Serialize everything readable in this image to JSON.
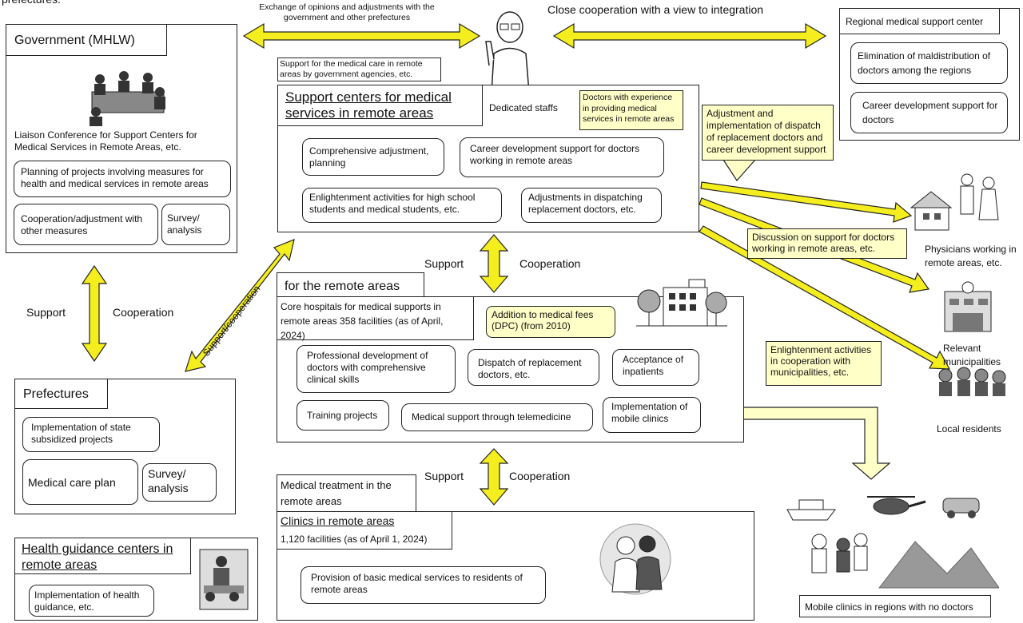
{
  "top_fragment": "prefectures.",
  "top": {
    "exchange_label": "Exchange of opinions and adjustments with the government and other prefectures",
    "close_cooperation": "Close cooperation with a view to integration"
  },
  "government": {
    "title": "Government (MHLW)",
    "liaison": "Liaison Conference for Support Centers for Medical Services in Remote Areas, etc.",
    "planning": "Planning of projects involving measures for health and medical services in remote areas",
    "cooperation": "Cooperation/adjustment with other measures",
    "survey": "Survey/ analysis"
  },
  "left_arrow": {
    "support": "Support",
    "cooperation": "Cooperation"
  },
  "diag_arrow": "Support/cooperation",
  "prefectures": {
    "title": "Prefectures",
    "implementation": "Implementation of state subsidized projects",
    "medical_plan": "Medical care plan",
    "survey": "Survey/ analysis"
  },
  "health_guidance": {
    "title": "Health guidance centers in remote areas",
    "implementation": "Implementation of health guidance, etc."
  },
  "support_centers": {
    "header_label": "Support for the medical care in remote areas by government agencies, etc.",
    "title": "Support centers for medical services in remote areas",
    "dedicated": "Dedicated staffs",
    "doctors_note": "Doctors with experience in providing medical services in remote areas",
    "comprehensive": "Comprehensive adjustment, planning",
    "career": "Career development support for doctors working in remote areas",
    "enlightenment": "Enlightenment activities for high school students and medical students, etc.",
    "adjustments": "Adjustments in dispatching replacement doctors, etc."
  },
  "regional": {
    "title": "Regional medical support center",
    "elimination": "Elimination of maldistribution of doctors among the regions",
    "career": "Career development support for doctors"
  },
  "right_callouts": {
    "adjustment": "Adjustment and implementation of dispatch of replacement doctors and career development support",
    "discussion": "Discussion on support for doctors working in remote areas, etc.",
    "enlightenment": "Enlightenment activities in cooperation with municipalities, etc."
  },
  "right_labels": {
    "physicians": "Physicians working in remote areas, etc.",
    "municipalities": "Relevant municipalities",
    "residents": "Local residents",
    "mobile_clinics": "Mobile clinics in regions with no doctors"
  },
  "middle_arrows": {
    "support1": "Support",
    "cooperation1": "Cooperation",
    "support2": "Support",
    "cooperation2": "Cooperation"
  },
  "core_hospitals": {
    "tab": "for the remote areas",
    "subtitle": "Core hospitals for medical supports in remote areas 358 facilities (as of April, 2024)",
    "addition": "Addition to medical fees (DPC) (from 2010)",
    "professional": "Professional development of doctors with comprehensive clinical skills",
    "dispatch": "Dispatch of replacement doctors, etc.",
    "acceptance": "Acceptance of inpatients",
    "training": "Training projects",
    "telemedicine": "Medical support through telemedicine",
    "mobile": "Implementation of mobile clinics"
  },
  "clinics": {
    "tab": "Medical treatment in the remote areas",
    "subtitle1": "Clinics in remote areas",
    "subtitle2": "1,120 facilities (as of April 1, 2024)",
    "provision": "Provision of basic medical services to residents of remote areas"
  },
  "colors": {
    "arrow_fill": "#f5ee1e",
    "callout_fill": "#ffffc8",
    "stroke": "#222222"
  }
}
